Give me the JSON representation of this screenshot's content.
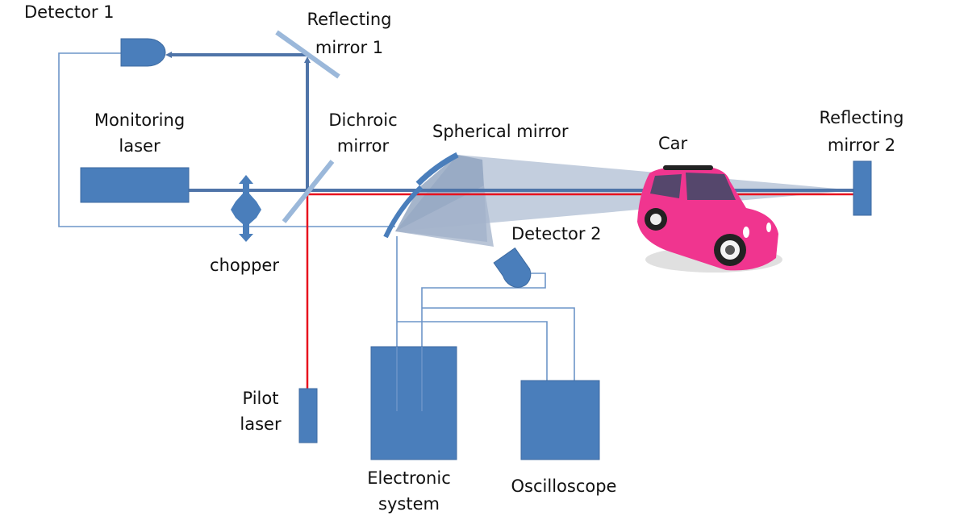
{
  "labels": {
    "detector1": "Detector 1",
    "reflecting_mirror1": [
      "Reflecting",
      "mirror 1"
    ],
    "monitoring_laser": [
      "Monitoring",
      "laser"
    ],
    "dichroic_mirror": [
      "Dichroic",
      "mirror"
    ],
    "spherical_mirror": "Spherical mirror",
    "car": "Car",
    "reflecting_mirror2": [
      "Reflecting",
      "mirror 2"
    ],
    "chopper": "chopper",
    "detector2": "Detector 2",
    "pilot_laser": [
      "Pilot",
      "laser"
    ],
    "electronic_system": [
      "Electronic",
      "system"
    ],
    "oscilloscope": "Oscilloscope"
  },
  "colors": {
    "component": "#4a7ebb",
    "mirror_light": "#9bb8da",
    "beam": "#4f74a8",
    "pilot_beam": "#e8121e",
    "cone": "#b8c6d8",
    "cone_dark": "#8fa3be",
    "car": "#f0358f"
  }
}
